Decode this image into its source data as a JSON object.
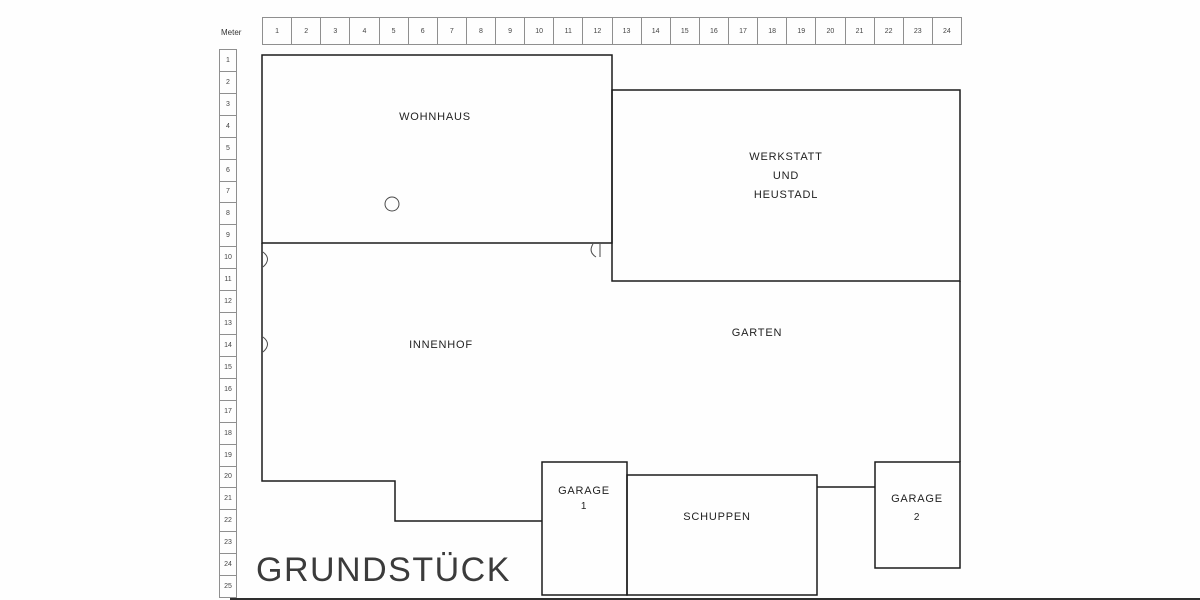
{
  "title": "GRUNDSTÜCK",
  "rulers": {
    "unit_label": "Meter",
    "horizontal": [
      "1",
      "2",
      "3",
      "4",
      "5",
      "6",
      "7",
      "8",
      "9",
      "10",
      "11",
      "12",
      "13",
      "14",
      "15",
      "16",
      "17",
      "18",
      "19",
      "20",
      "21",
      "22",
      "23",
      "24"
    ],
    "vertical": [
      "1",
      "2",
      "3",
      "4",
      "5",
      "6",
      "7",
      "8",
      "9",
      "10",
      "11",
      "12",
      "13",
      "14",
      "15",
      "16",
      "17",
      "18",
      "19",
      "20",
      "21",
      "22",
      "23",
      "24",
      "25"
    ]
  },
  "rooms": {
    "wohnhaus": {
      "label": "WOHNHAUS"
    },
    "werkstatt": {
      "line1": "WERKSTATT",
      "line2": "UND",
      "line3": "HEUSTADL"
    },
    "innenhof": {
      "label": "INNENHOF"
    },
    "garten": {
      "label": "GARTEN"
    },
    "garage1": {
      "label": "GARAGE",
      "number": "1"
    },
    "schuppen": {
      "label": "SCHUPPEN"
    },
    "garage2": {
      "label": "GARAGE",
      "number": "2"
    }
  }
}
